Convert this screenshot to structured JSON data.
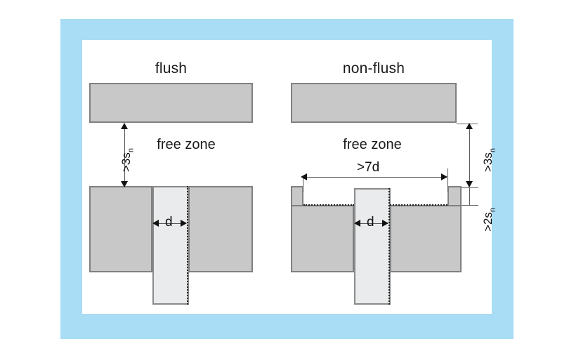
{
  "diagram": {
    "title_flush": "flush",
    "title_nonflush": "non-flush",
    "free_zone_left": "free zone",
    "free_zone_right": "free zone",
    "frame_color": "#a8ddf5",
    "metal_color": "#c8c8c8",
    "sensor_color": "#e9ebec",
    "border_color": "#808080"
  },
  "flush": {
    "clearance_label": ">3s",
    "clearance_sub": "n",
    "diameter_label": "d"
  },
  "nonflush": {
    "clearance_label": ">3s",
    "clearance_sub": "n",
    "recess_label": ">2s",
    "recess_sub": "n",
    "width_label": ">7d",
    "diameter_label": "d"
  }
}
